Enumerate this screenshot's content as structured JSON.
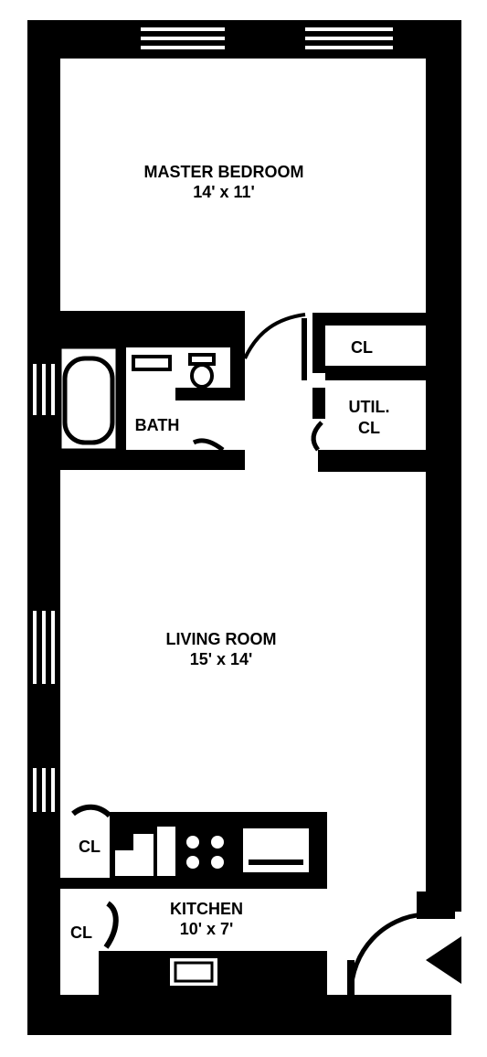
{
  "colors": {
    "wall": "#000000",
    "background": "#ffffff"
  },
  "rooms": {
    "master_bedroom": {
      "name": "MASTER BEDROOM",
      "size": "14' x 11'"
    },
    "bath": {
      "name": "BATH"
    },
    "closet_top": {
      "name": "CL"
    },
    "util_closet": {
      "line1": "UTIL.",
      "line2": "CL"
    },
    "living_room": {
      "name": "LIVING ROOM",
      "size": "15' x 14'"
    },
    "closet_kitchen_upper": {
      "name": "CL"
    },
    "closet_kitchen_lower": {
      "name": "CL"
    },
    "kitchen": {
      "name": "KITCHEN",
      "size": "10' x 7'"
    }
  },
  "icons": [
    "bathtub-icon",
    "sink-icon",
    "toilet-icon",
    "stove-icon",
    "kitchen-sink-icon",
    "entry-arrow-icon"
  ]
}
